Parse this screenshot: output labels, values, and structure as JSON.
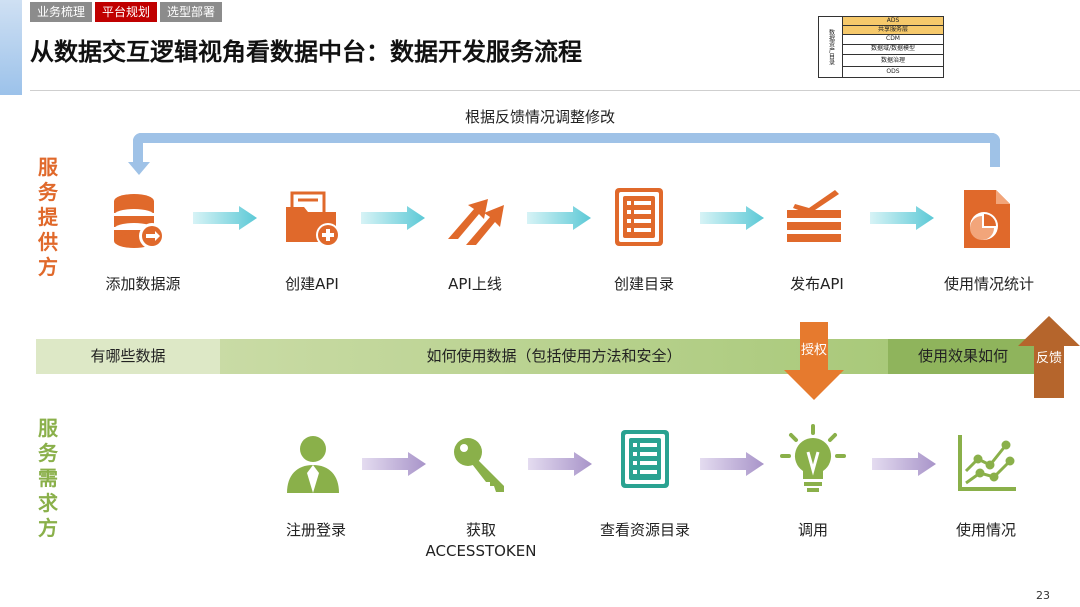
{
  "tabs": [
    "业务梳理",
    "平台规划",
    "选型部署"
  ],
  "title": "从数据交互逻辑视角看数据中台：数据开发服务流程",
  "stack": {
    "side": "数据资产目录",
    "layers": [
      "ADS",
      "共享服务层",
      "CDM",
      "数据域/数据模型",
      "数据治理",
      "ODS"
    ]
  },
  "feedback_loop": "根据反馈情况调整修改",
  "provider": {
    "label": "服务提供方",
    "steps": [
      {
        "icon": "database-icon",
        "label": "添加数据源"
      },
      {
        "icon": "folder-add-icon",
        "label": "创建API"
      },
      {
        "icon": "launch-arrows-icon",
        "label": "API上线"
      },
      {
        "icon": "catalog-list-icon",
        "label": "创建目录"
      },
      {
        "icon": "publish-stack-icon",
        "label": "发布API"
      },
      {
        "icon": "report-chart-icon",
        "label": "使用情况统计"
      }
    ]
  },
  "band": {
    "left": "有哪些数据",
    "middle": "如何使用数据（包括使用方法和安全）",
    "right": "使用效果如何"
  },
  "authorize": "授权",
  "feedback": "反馈",
  "consumer": {
    "label": "服务需求方",
    "steps": [
      {
        "icon": "user-icon",
        "label": "注册登录"
      },
      {
        "icon": "key-icon",
        "label": "获取",
        "label2": "ACCESSTOKEN"
      },
      {
        "icon": "resource-list-icon",
        "label": "查看资源目录"
      },
      {
        "icon": "lightbulb-icon",
        "label": "调用"
      },
      {
        "icon": "line-chart-icon",
        "label": "使用情况"
      }
    ]
  },
  "colors": {
    "orange": "#e0692b",
    "green": "#8ab04a",
    "teal": "#2aa291",
    "blue": "#9fc2e7",
    "purple": "#b3a2cf",
    "brown": "#b5652c",
    "red_tab": "#c00000"
  },
  "page_number": "23"
}
